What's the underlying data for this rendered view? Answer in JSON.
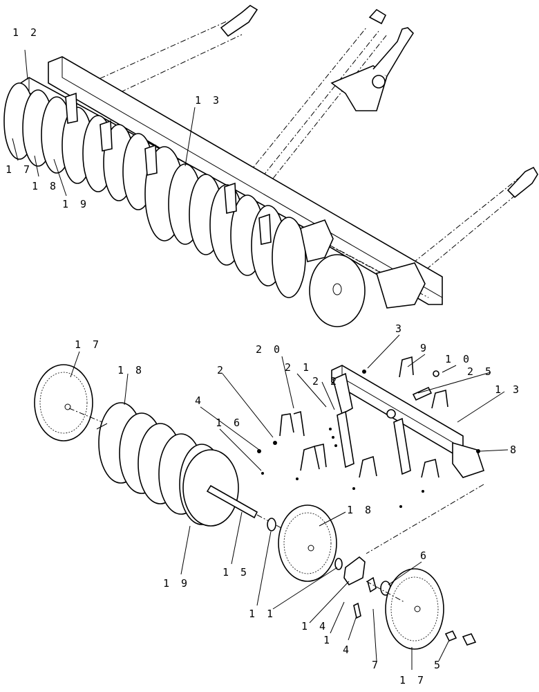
{
  "callouts": {
    "top": [
      {
        "id": "12",
        "text": "1 2"
      },
      {
        "id": "13",
        "text": "1 3"
      },
      {
        "id": "17",
        "text": "1 7"
      },
      {
        "id": "18",
        "text": "1 8"
      },
      {
        "id": "19",
        "text": "1 9"
      }
    ],
    "bottom": [
      {
        "id": "17a",
        "text": "1 7"
      },
      {
        "id": "18a",
        "text": "1 8"
      },
      {
        "id": "2",
        "text": "2"
      },
      {
        "id": "4a",
        "text": "4"
      },
      {
        "id": "16",
        "text": "1 6"
      },
      {
        "id": "20",
        "text": "2 0"
      },
      {
        "id": "21",
        "text": "2 1"
      },
      {
        "id": "22",
        "text": "2 2"
      },
      {
        "id": "3",
        "text": "3"
      },
      {
        "id": "9",
        "text": "9"
      },
      {
        "id": "10",
        "text": "1 0"
      },
      {
        "id": "25",
        "text": "2 5"
      },
      {
        "id": "13b",
        "text": "1 3"
      },
      {
        "id": "8",
        "text": "8"
      },
      {
        "id": "18b",
        "text": "1 8"
      },
      {
        "id": "19b",
        "text": "1 9"
      },
      {
        "id": "15",
        "text": "1 5"
      },
      {
        "id": "11",
        "text": "1 1"
      },
      {
        "id": "6",
        "text": "6"
      },
      {
        "id": "14",
        "text": "1 4"
      },
      {
        "id": "1",
        "text": "1"
      },
      {
        "id": "4b",
        "text": "4"
      },
      {
        "id": "7",
        "text": "7"
      },
      {
        "id": "17b",
        "text": "1 7"
      },
      {
        "id": "5",
        "text": "5"
      }
    ]
  }
}
